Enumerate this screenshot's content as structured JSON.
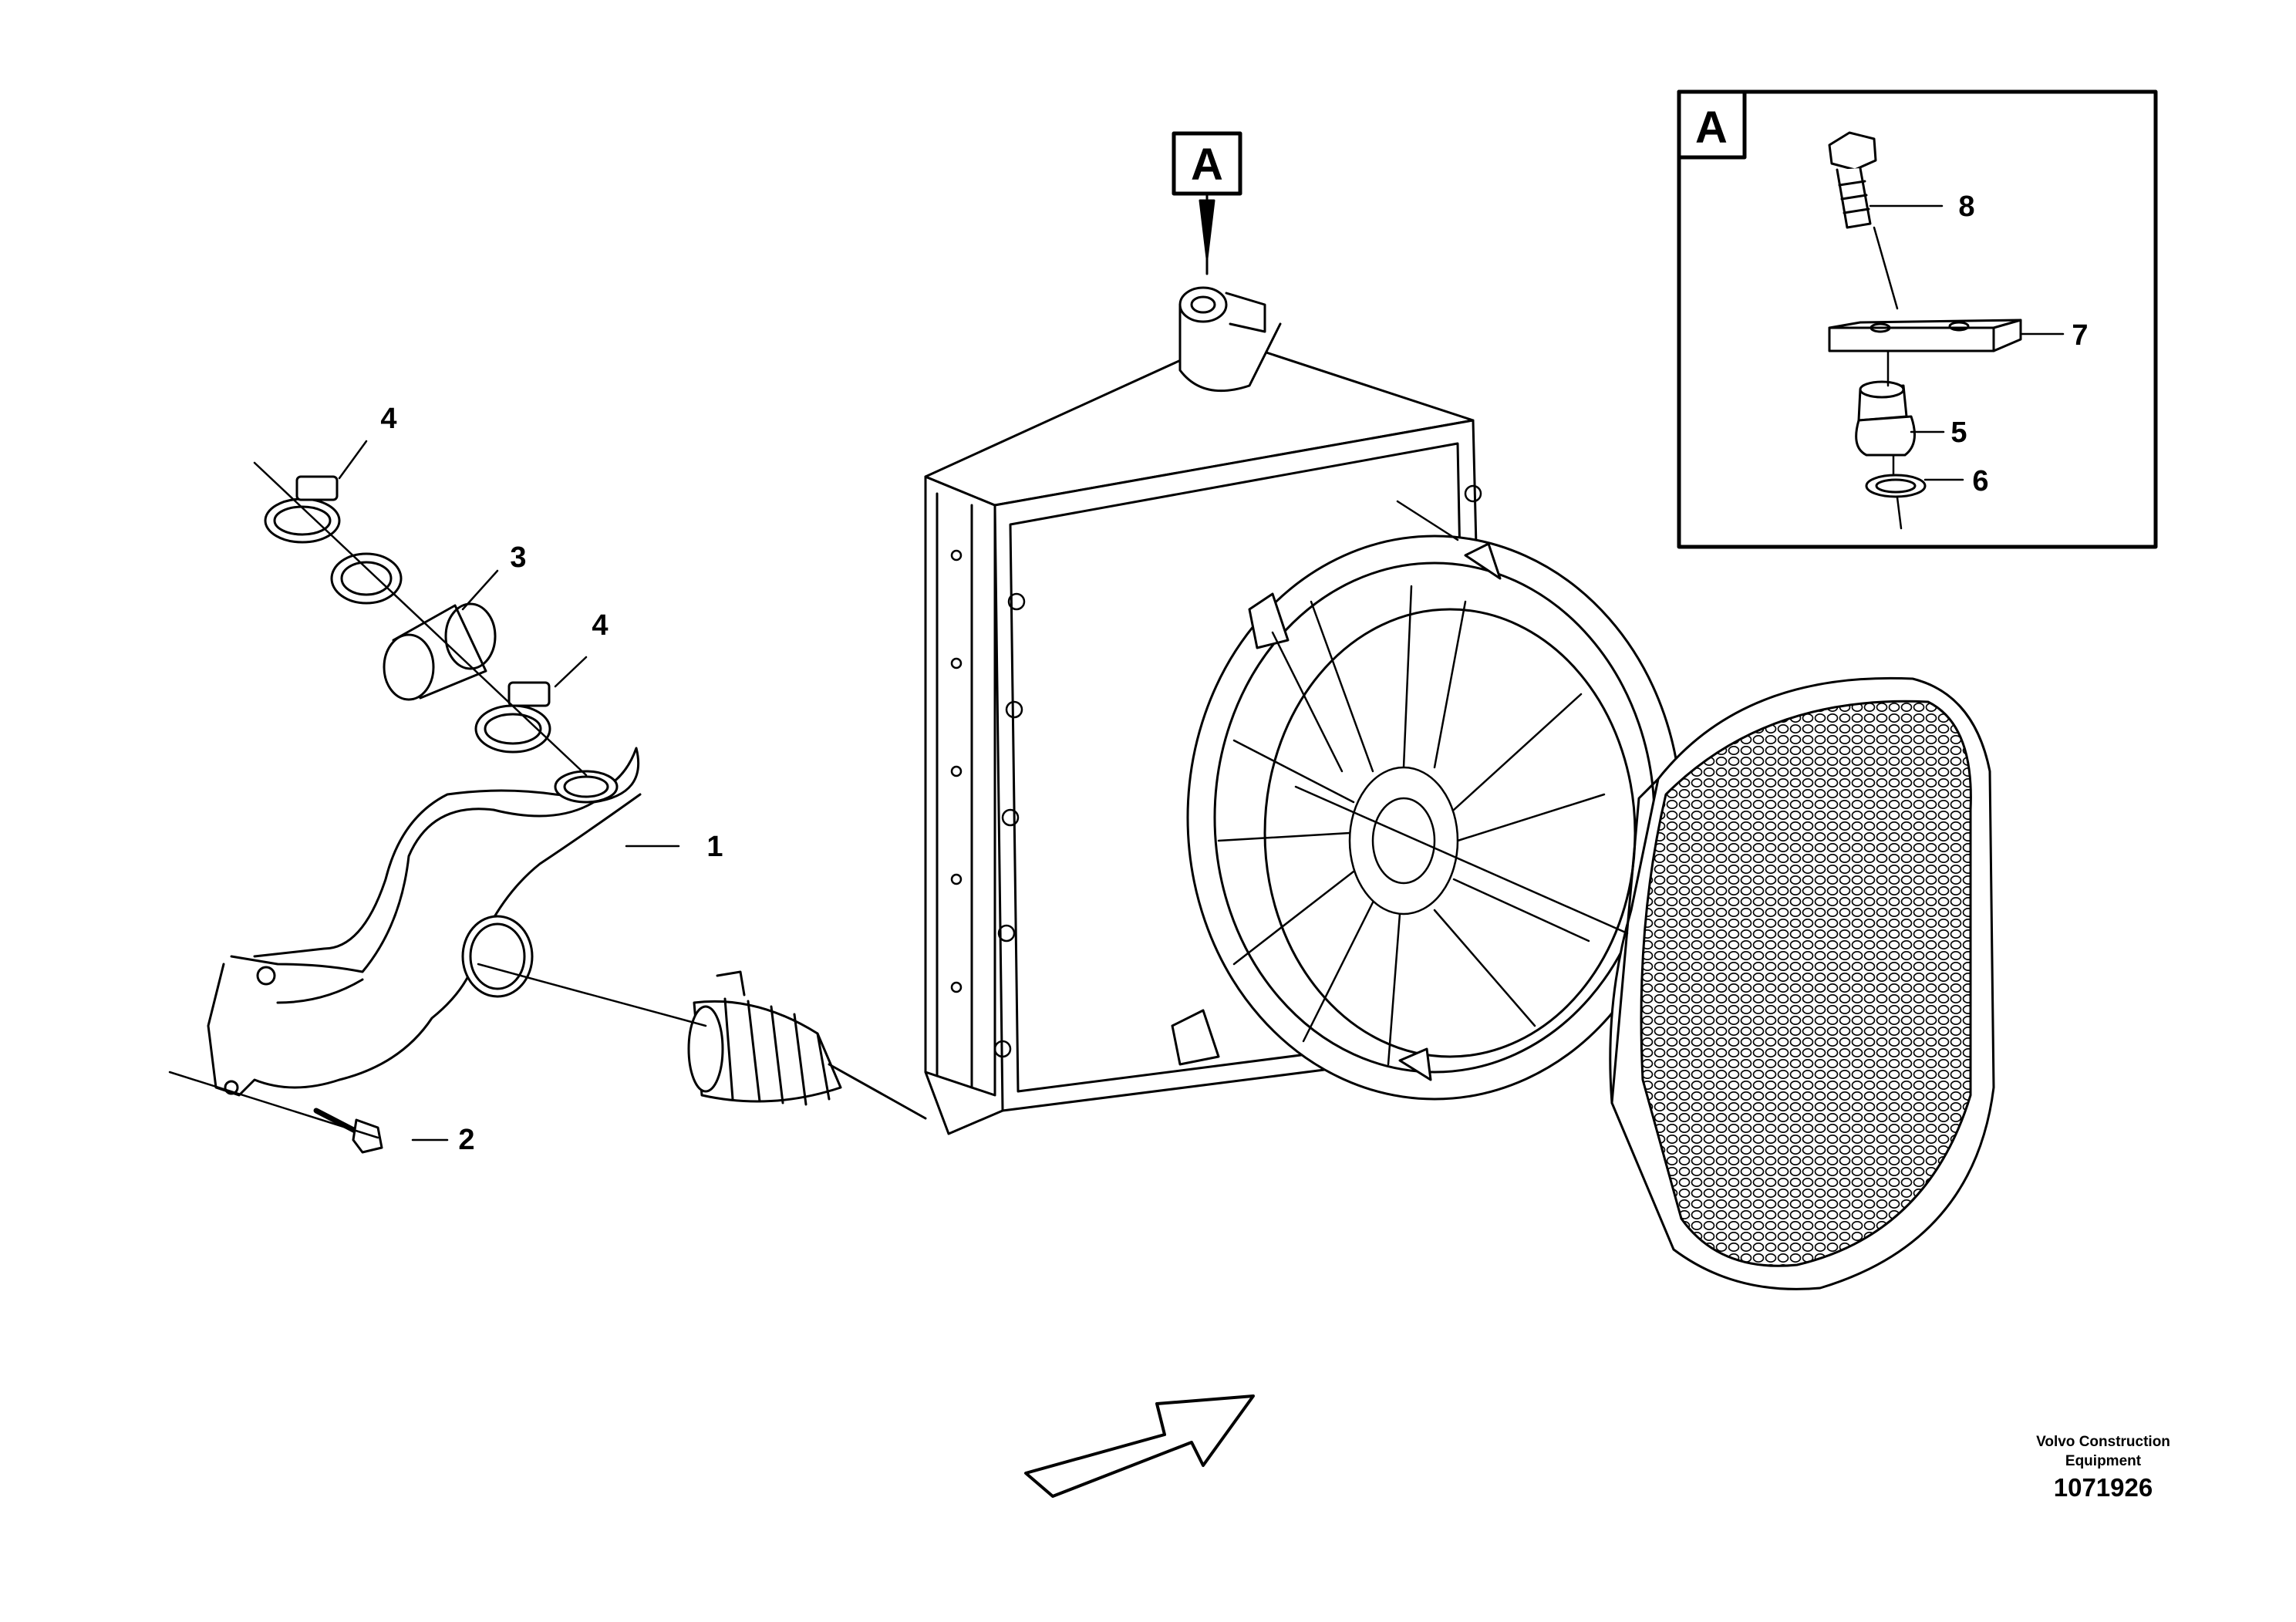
{
  "view_marker": {
    "letter": "A"
  },
  "detail_inset": {
    "letter": "A"
  },
  "callouts": {
    "c1": "1",
    "c2": "2",
    "c3": "3",
    "c4a": "4",
    "c4b": "4",
    "c5": "5",
    "c6": "6",
    "c7": "7",
    "c8": "8"
  },
  "footer": {
    "brand_line1": "Volvo Construction",
    "brand_line2": "Equipment",
    "drawing_number": "1071926"
  }
}
